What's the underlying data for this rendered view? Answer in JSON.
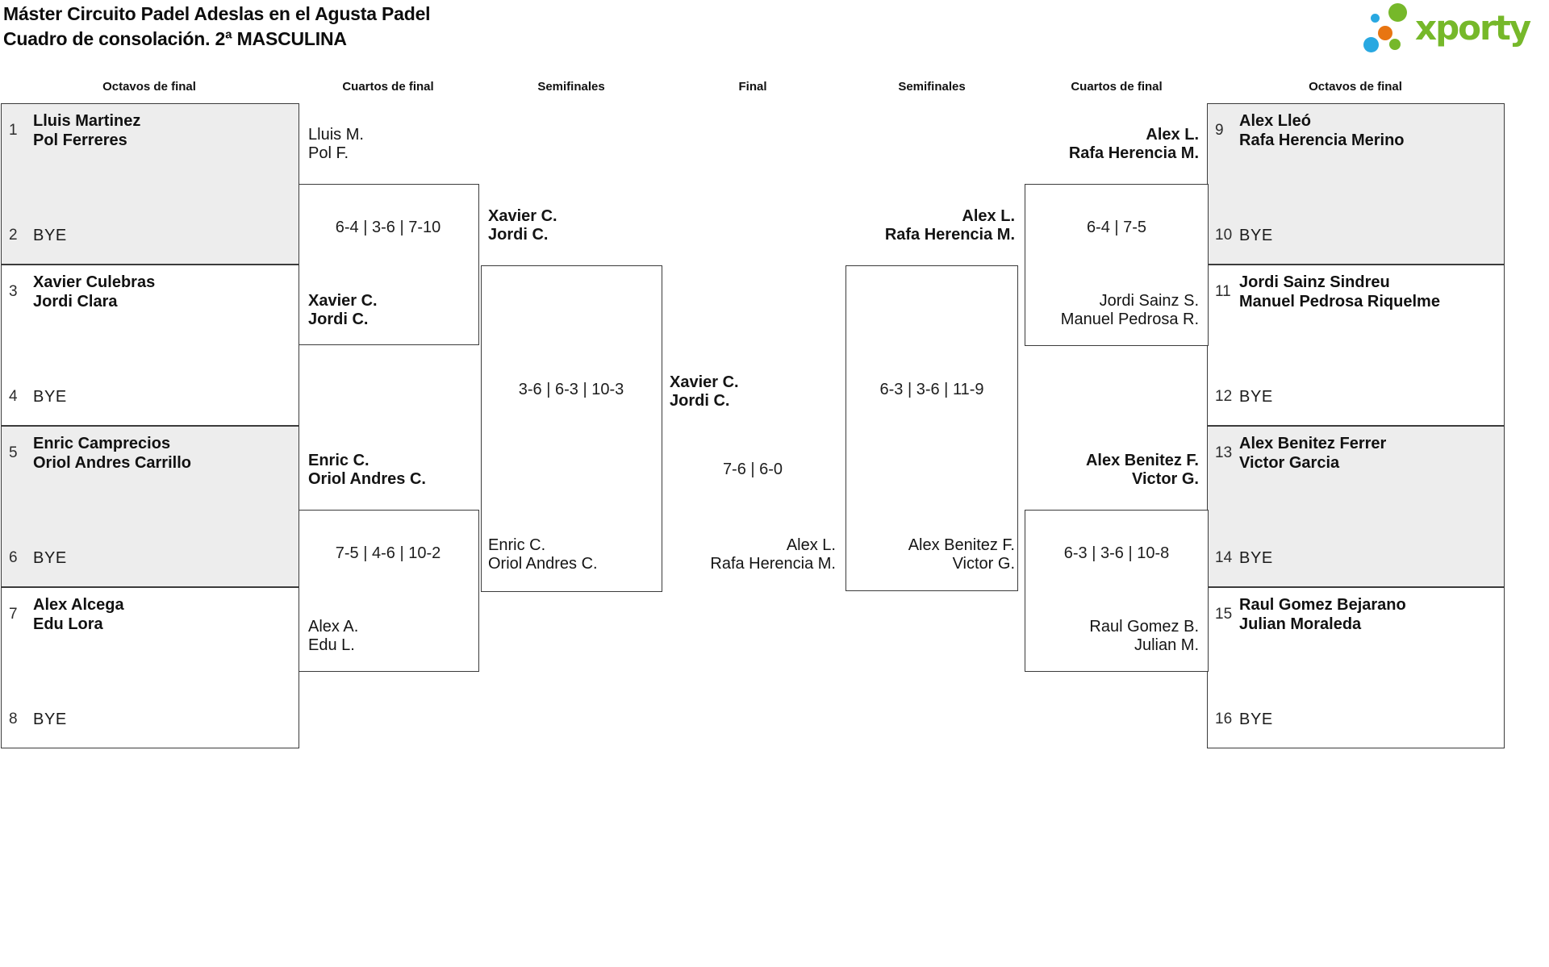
{
  "page": {
    "title": "Máster Circuito Padel Adeslas en el Agusta Padel",
    "subtitle": "Cuadro de consolación. 2ª MASCULINA",
    "logo": {
      "text": "xporty"
    }
  },
  "colors": {
    "logo_green": "#76b82a",
    "logo_blue": "#29a8e1",
    "logo_orange": "#e87511",
    "box_gray": "#ededed",
    "line": "#3b3b3b"
  },
  "round_headers": {
    "left_r16": "Octavos de final",
    "left_qf": "Cuartos de final",
    "left_sf": "Semifinales",
    "final": "Final",
    "right_sf": "Semifinales",
    "right_qf": "Cuartos de final",
    "right_r16": "Octavos de final"
  },
  "r16_left": [
    {
      "seed_a": "1",
      "team_a": "Lluis Martinez\nPol Ferreres",
      "seed_b": "2",
      "team_b": "BYE"
    },
    {
      "seed_a": "3",
      "team_a": "Xavier Culebras\nJordi Clara",
      "seed_b": "4",
      "team_b": "BYE"
    },
    {
      "seed_a": "5",
      "team_a": "Enric Camprecios\nOriol Andres Carrillo",
      "seed_b": "6",
      "team_b": "BYE"
    },
    {
      "seed_a": "7",
      "team_a": "Alex Alcega\nEdu Lora",
      "seed_b": "8",
      "team_b": "BYE"
    }
  ],
  "r16_right": [
    {
      "seed_a": "9",
      "team_a": "Alex Lleó\nRafa Herencia Merino",
      "seed_b": "10",
      "team_b": "BYE"
    },
    {
      "seed_a": "11",
      "team_a": "Jordi Sainz Sindreu\nManuel Pedrosa Riquelme",
      "seed_b": "12",
      "team_b": "BYE"
    },
    {
      "seed_a": "13",
      "team_a": "Alex Benitez Ferrer\nVictor Garcia",
      "seed_b": "14",
      "team_b": "BYE"
    },
    {
      "seed_a": "15",
      "team_a": "Raul Gomez Bejarano\nJulian Moraleda",
      "seed_b": "16",
      "team_b": "BYE"
    }
  ],
  "qf_left": [
    {
      "top": "Lluis M.\nPol F.",
      "score": "6-4 | 3-6 | 7-10",
      "bottom": "Xavier C.\nJordi C."
    },
    {
      "top": "Enric C.\nOriol Andres C.",
      "score": "7-5 | 4-6 | 10-2",
      "bottom": "Alex A.\nEdu L."
    }
  ],
  "sf_left": {
    "top": "Xavier C.\nJordi C.",
    "score": "3-6 | 6-3 | 10-3",
    "bottom": "Enric C.\nOriol Andres C."
  },
  "final": {
    "winner": "Xavier C.\nJordi C.",
    "score": "7-6 | 6-0",
    "runner_up": "Alex L.\nRafa Herencia M."
  },
  "sf_right": {
    "top": "Alex L.\nRafa Herencia M.",
    "score": "6-3 | 3-6 | 11-9",
    "bottom": "Alex Benitez F.\nVictor G."
  },
  "qf_right": [
    {
      "top": "Alex L.\nRafa Herencia M.",
      "score": "6-4 | 7-5",
      "bottom": "Jordi Sainz S.\nManuel Pedrosa R."
    },
    {
      "top": "Alex Benitez F.\nVictor G.",
      "score": "6-3 | 3-6 | 10-8",
      "bottom": "Raul Gomez B.\nJulian M."
    }
  ]
}
